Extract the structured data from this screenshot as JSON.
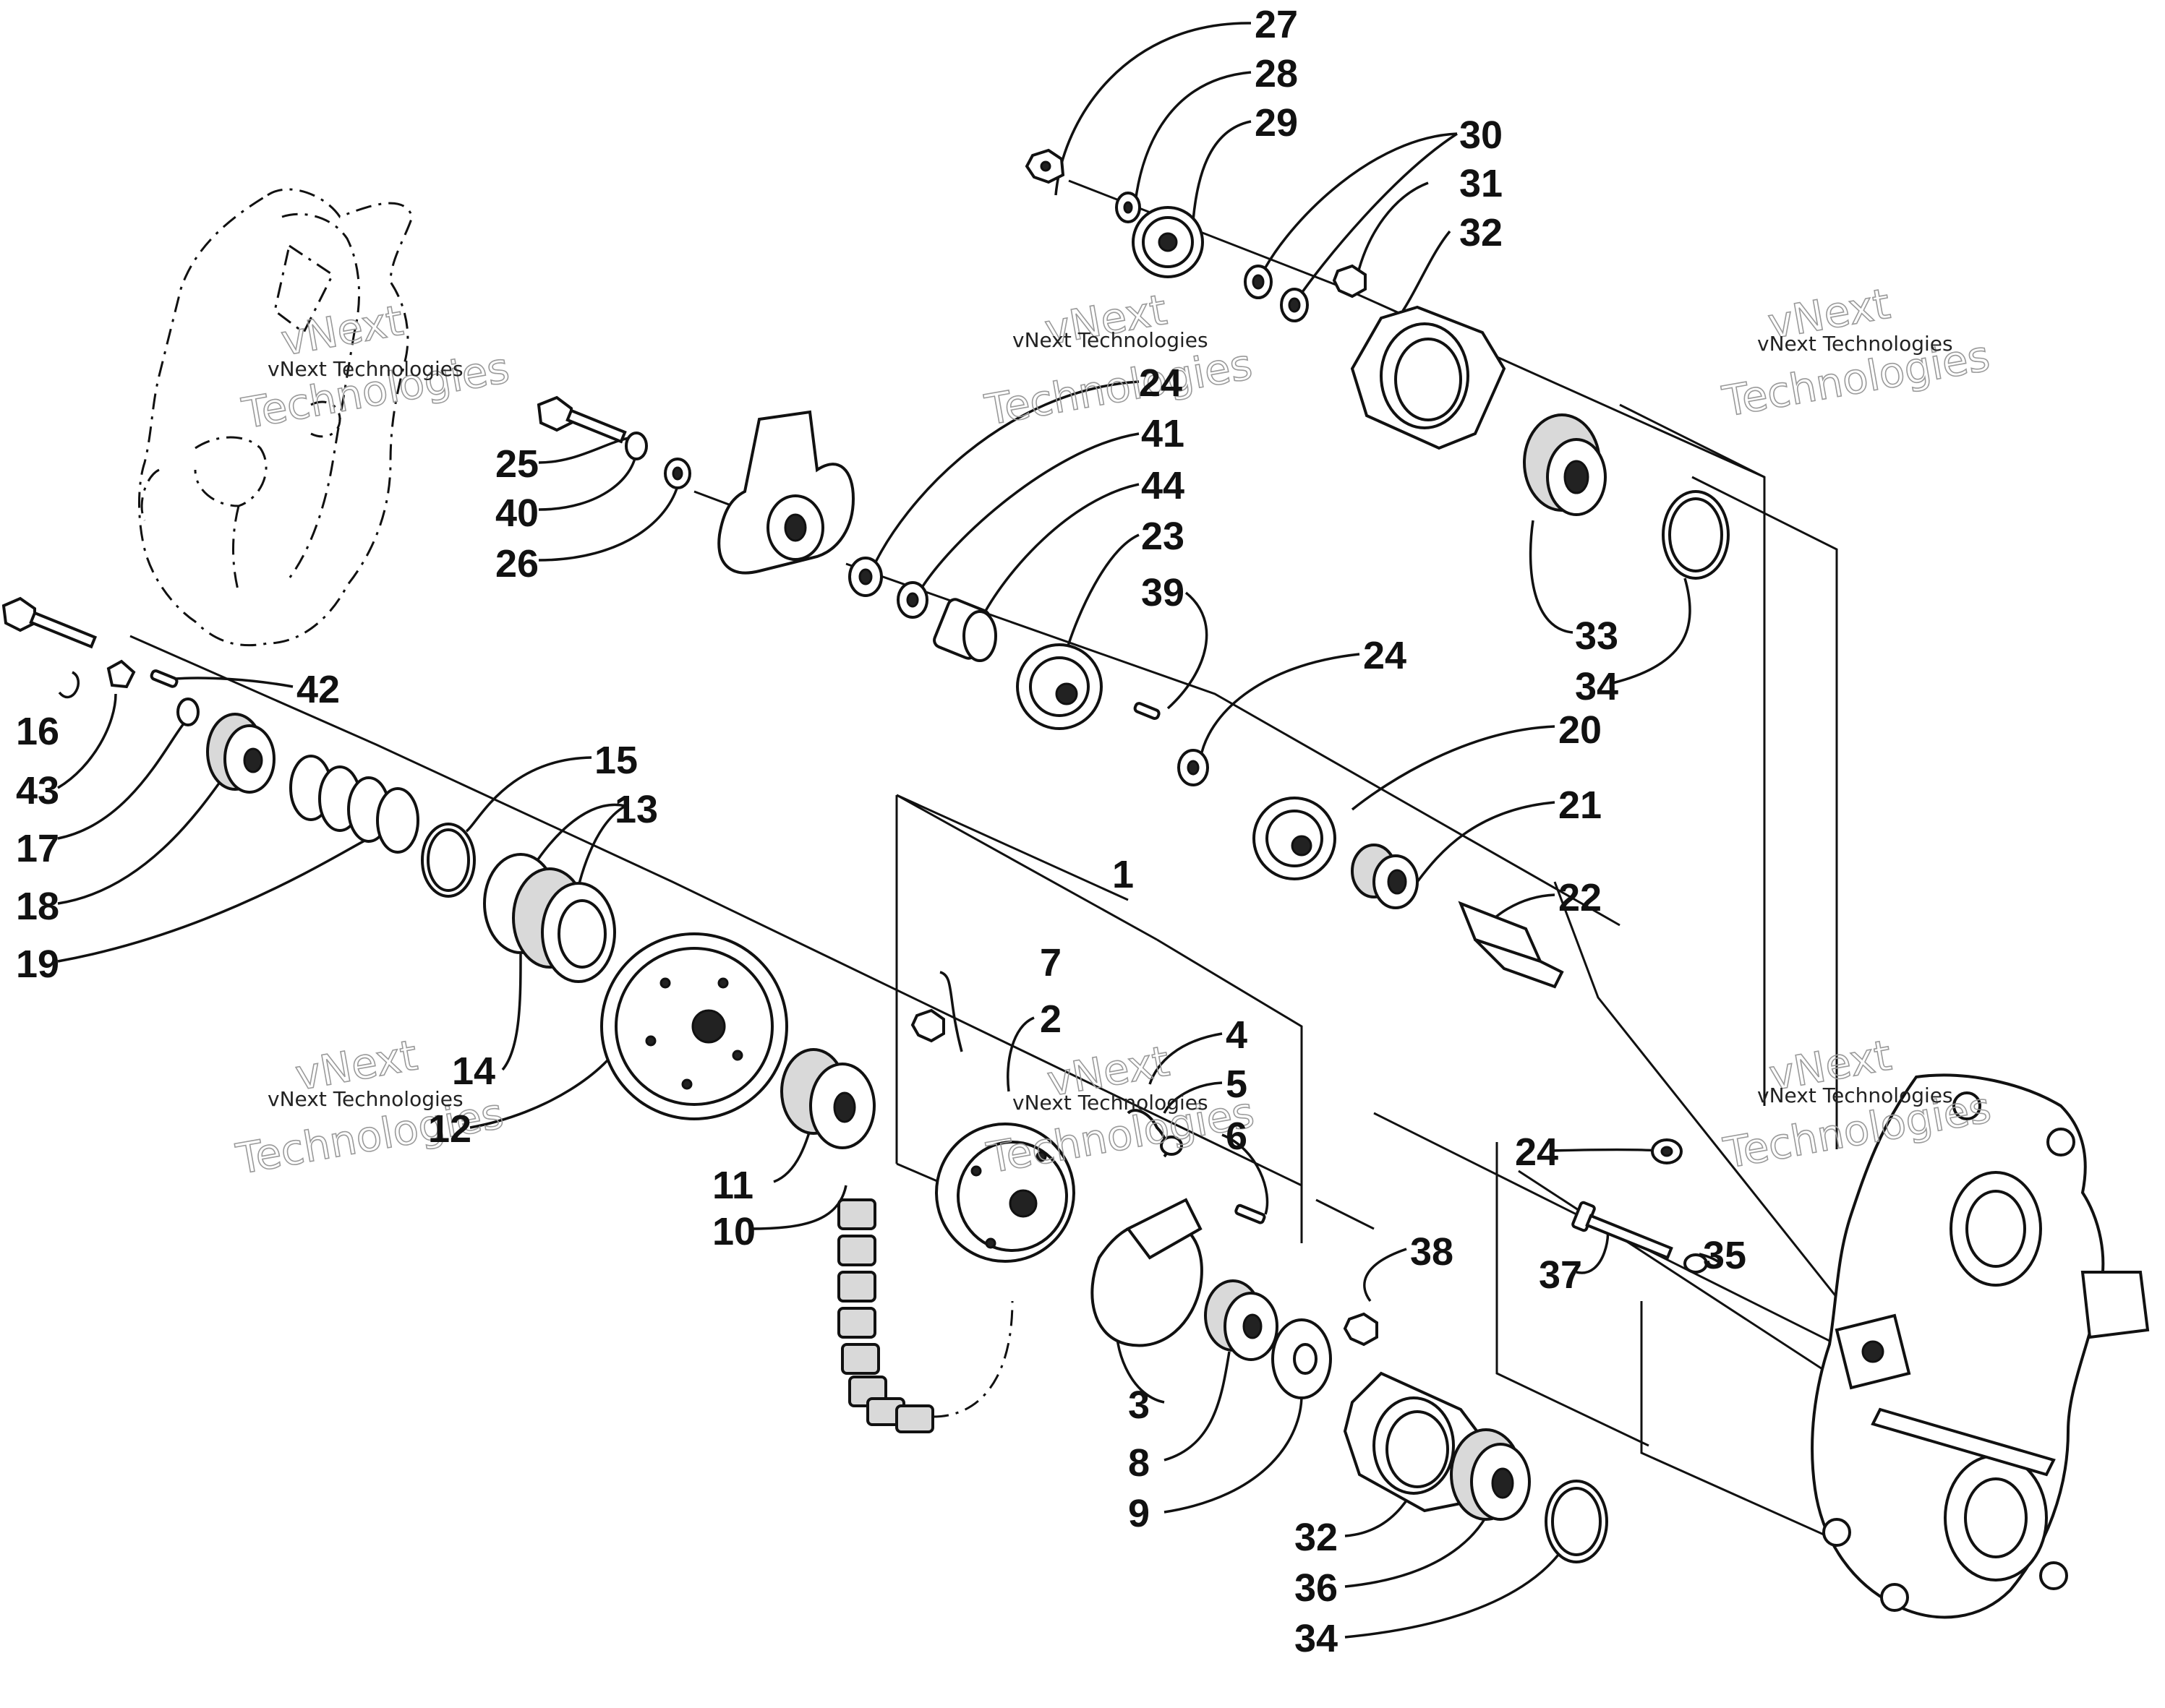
{
  "watermark": {
    "line1": "vNext",
    "line2": "Technologies",
    "small": "vNext Technologies"
  },
  "callouts": [
    {
      "id": "c27",
      "label": "27"
    },
    {
      "id": "c28",
      "label": "28"
    },
    {
      "id": "c29",
      "label": "29"
    },
    {
      "id": "c30",
      "label": "30"
    },
    {
      "id": "c31",
      "label": "31"
    },
    {
      "id": "c32a",
      "label": "32"
    },
    {
      "id": "c24a",
      "label": "24"
    },
    {
      "id": "c41",
      "label": "41"
    },
    {
      "id": "c44",
      "label": "44"
    },
    {
      "id": "c23",
      "label": "23"
    },
    {
      "id": "c39",
      "label": "39"
    },
    {
      "id": "c25",
      "label": "25"
    },
    {
      "id": "c40",
      "label": "40"
    },
    {
      "id": "c26",
      "label": "26"
    },
    {
      "id": "c33",
      "label": "33"
    },
    {
      "id": "c34a",
      "label": "34"
    },
    {
      "id": "c24b",
      "label": "24"
    },
    {
      "id": "c20",
      "label": "20"
    },
    {
      "id": "c21",
      "label": "21"
    },
    {
      "id": "c22",
      "label": "22"
    },
    {
      "id": "c42",
      "label": "42"
    },
    {
      "id": "c16",
      "label": "16"
    },
    {
      "id": "c43",
      "label": "43"
    },
    {
      "id": "c17",
      "label": "17"
    },
    {
      "id": "c18",
      "label": "18"
    },
    {
      "id": "c19",
      "label": "19"
    },
    {
      "id": "c15",
      "label": "15"
    },
    {
      "id": "c13",
      "label": "13"
    },
    {
      "id": "c1",
      "label": "1"
    },
    {
      "id": "c7",
      "label": "7"
    },
    {
      "id": "c2",
      "label": "2"
    },
    {
      "id": "c4",
      "label": "4"
    },
    {
      "id": "c5",
      "label": "5"
    },
    {
      "id": "c6",
      "label": "6"
    },
    {
      "id": "c14",
      "label": "14"
    },
    {
      "id": "c12",
      "label": "12"
    },
    {
      "id": "c11",
      "label": "11"
    },
    {
      "id": "c10",
      "label": "10"
    },
    {
      "id": "c24c",
      "label": "24"
    },
    {
      "id": "c38",
      "label": "38"
    },
    {
      "id": "c35",
      "label": "35"
    },
    {
      "id": "c37",
      "label": "37"
    },
    {
      "id": "c3",
      "label": "3"
    },
    {
      "id": "c8",
      "label": "8"
    },
    {
      "id": "c9",
      "label": "9"
    },
    {
      "id": "c32b",
      "label": "32"
    },
    {
      "id": "c36",
      "label": "36"
    },
    {
      "id": "c34b",
      "label": "34"
    }
  ]
}
